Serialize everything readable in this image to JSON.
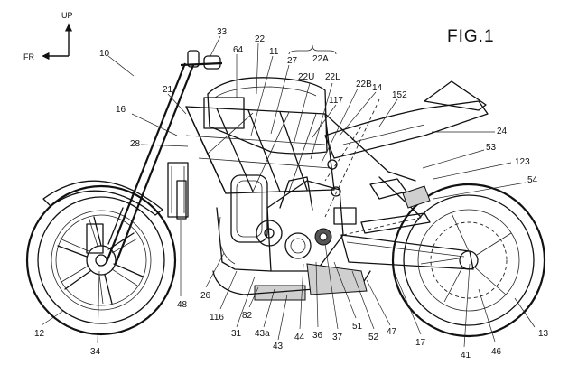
{
  "figure_title": "FIG.1",
  "direction": {
    "up": "UP",
    "front": "FR"
  },
  "assembly_label": "10",
  "labels": [
    "33",
    "64",
    "22",
    "11",
    "27",
    "22A",
    "22U",
    "22L",
    "22B",
    "14",
    "152",
    "21",
    "117",
    "16",
    "28",
    "24",
    "53",
    "123",
    "54",
    "12",
    "48",
    "26",
    "116",
    "82",
    "31",
    "43a",
    "43",
    "44",
    "36",
    "37",
    "51",
    "52",
    "47",
    "17",
    "41",
    "46",
    "13",
    "34"
  ]
}
